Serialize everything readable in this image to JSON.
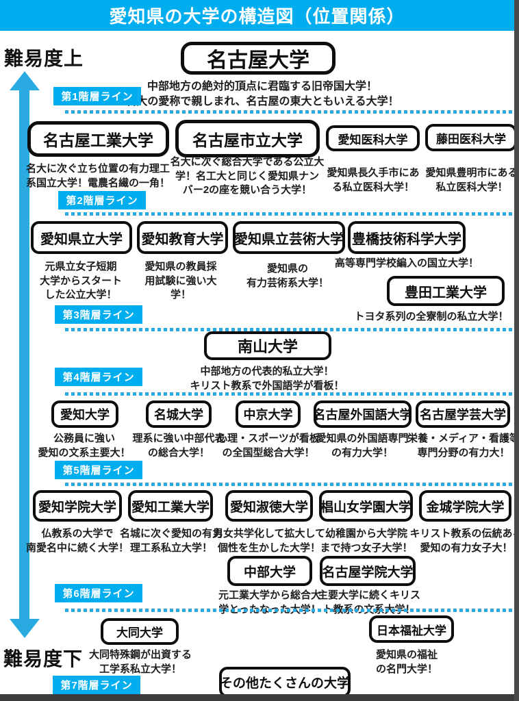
{
  "title": "愛知県の大学の構造図（位置関係）",
  "colors": {
    "accent": "#00aeef",
    "arrow": "#29abe2",
    "box_border": "#0d0d0d",
    "footer_bar": "#3c3c3e"
  },
  "axis": {
    "top_label": "難易度上",
    "bottom_label": "難易度下"
  },
  "tier_labels": [
    "第1階層ライン",
    "第2階層ライン",
    "第3階層ライン",
    "第4階層ライン",
    "第5階層ライン",
    "第6階層ライン",
    "第7階層ライン"
  ],
  "universities": {
    "nagoya": {
      "name": "名古屋大学",
      "desc": "中部地方の絶対的頂点に君臨する旧帝国大学！\n名大の愛称で親しまれ、名古屋の東大ともいえる大学！"
    },
    "nitech": {
      "name": "名古屋工業大学",
      "desc": "名大に次ぐ立ち位置の有力理工\n系国立大学！電農名繊の一角！"
    },
    "nagoya_cu": {
      "name": "名古屋市立大学",
      "desc": "名大に次ぐ総合大学である公立大\n学！名工大と同じく愛知県ナン\nバー2の座を競い合う大学！"
    },
    "aichi_med": {
      "name": "愛知医科大学",
      "desc": "愛知県長久手市にあ\nる私立医科大学！"
    },
    "fujita": {
      "name": "藤田医科大学",
      "desc": "愛知県豊明市にある\n私立医科大学！"
    },
    "aichi_pu": {
      "name": "愛知県立大学",
      "desc": "元県立女子短期\n大学からスタート\nした公立大学！"
    },
    "aichi_edu": {
      "name": "愛知教育大学",
      "desc": "愛知県の教員採\n用試験に強い大\n学！"
    },
    "aichi_arts": {
      "name": "愛知県立芸術大学",
      "desc": "愛知県の\n有力芸術系大学！"
    },
    "toyohashi": {
      "name": "豊橋技術科学大学",
      "desc": "高等専門学校編入の国立大学！"
    },
    "toyota_ti": {
      "name": "豊田工業大学",
      "desc": "トヨタ系列の全寮制の私立大学！"
    },
    "nanzan": {
      "name": "南山大学",
      "desc": "中部地方の代表的私立大学！\nキリスト教系で外国語学が看板！"
    },
    "aichi_u": {
      "name": "愛知大学",
      "desc": "公務員に強い\n愛知の文系主要大！"
    },
    "meijo": {
      "name": "名城大学",
      "desc": "理系に強い中部代表\nの総合大学！"
    },
    "chukyo": {
      "name": "中京大学",
      "desc": "心理・スポーツが看板\nの全国型総合大学！"
    },
    "nufs": {
      "name": "名古屋外国語大学",
      "desc": "愛知県の外国語専門\nの有力大学！"
    },
    "nuas": {
      "name": "名古屋学芸大学",
      "desc": "栄養・メディア・看護等\n専門分野の有力大！"
    },
    "aichi_gakuin": {
      "name": "愛知学院大学",
      "desc": "仏教系の大学で\n南愛名中に続く大学！"
    },
    "aichi_tech": {
      "name": "愛知工業大学",
      "desc": "名城に次ぐ愛知の有力\n理工系私立大学！"
    },
    "aichi_shukutoku": {
      "name": "愛知淑徳大学",
      "desc": "男女共学化して拡大して\n個性を生かした大学！"
    },
    "sugiyama": {
      "name": "椙山女学園大学",
      "desc": "幼稚園から大学院\nまで持つ女子大学！"
    },
    "kinjo": {
      "name": "金城学院大学",
      "desc": "キリスト教系の伝統ある\n愛知の有力女子大！"
    },
    "chubu": {
      "name": "中部大学",
      "desc": "元工業大学から総合大\n学とったなった大学！"
    },
    "nagoya_gakuin": {
      "name": "名古屋学院大学",
      "desc": "主要大学に続くキリス\nト教系の文系大学！"
    },
    "daido": {
      "name": "大同大学",
      "desc": "大同特殊鋼が出資する\n工学系私立大学！"
    },
    "nihon_fukushi": {
      "name": "日本福祉大学",
      "desc": "愛知県の福祉\nの名門大学！"
    },
    "others": {
      "name": "その他たくさんの大学"
    }
  }
}
